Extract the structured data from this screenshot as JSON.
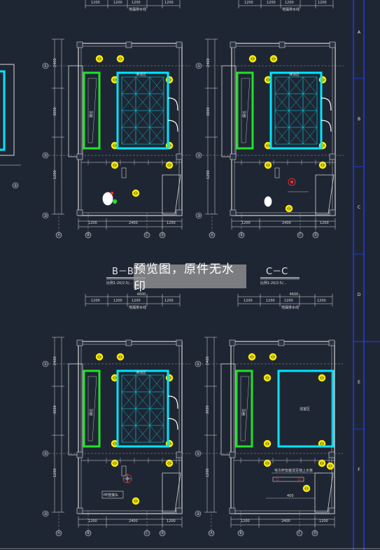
{
  "colors": {
    "background": "#1f2633",
    "wall": "#d8d8d8",
    "cyan": "#00e5ff",
    "green": "#22e02a",
    "yellow": "#ffee00",
    "blue_border": "#1e3cff",
    "red": "#ff3030",
    "dim_line": "#e0e0e0"
  },
  "section_titles": {
    "b": {
      "title": "B－B",
      "scale": "比例1:20/2:5/..."
    },
    "c": {
      "title": "C－C",
      "scale": "比例1:20/2:5/..."
    }
  },
  "watermark": "预览图，原件无水印",
  "border_grid_labels": [
    "A",
    "B",
    "C",
    "D",
    "E",
    "F"
  ],
  "room_labels": {
    "green_room": "厕位",
    "cyan_room": "淋浴区",
    "open_room": "浴室区",
    "top_note": "地漏排水线",
    "top_dim": "4600",
    "plan_d_note_1": "毛巾杆安装详见墙上示意",
    "plan_d_note_2": "400",
    "plan_c_note": "PE管接头"
  },
  "axis_bubbles": {
    "left": [
      "①",
      "②",
      "③"
    ],
    "bottom": [
      "Ⓐ",
      "Ⓑ",
      "Ⓒ",
      "Ⓓ"
    ]
  },
  "dim_values": {
    "top": [
      "1200",
      "1200",
      "1200",
      "1200"
    ],
    "bottom": [
      "1200",
      "2400",
      "1200"
    ],
    "left": [
      "2400",
      "3000",
      "1200"
    ]
  }
}
